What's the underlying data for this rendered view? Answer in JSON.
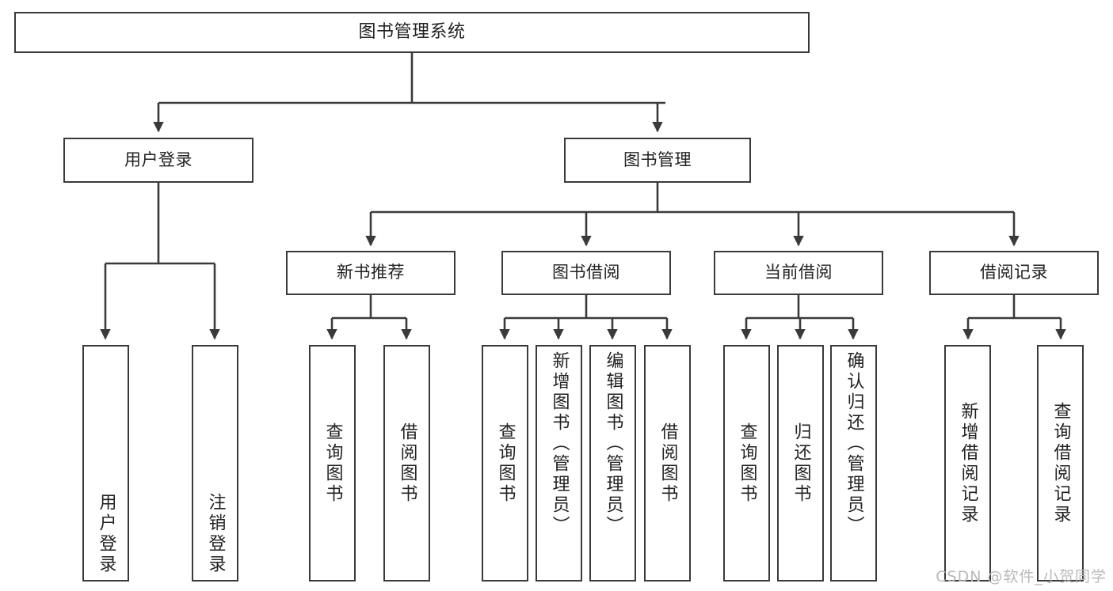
{
  "diagram": {
    "title": "图书管理系统",
    "type": "tree",
    "line_color": "#3a3a3a",
    "box_fill": "#ffffff",
    "text_color": "#222222",
    "levels": {
      "root": [
        "图书管理系统"
      ],
      "level1": [
        "用户登录",
        "图书管理"
      ],
      "level2": [
        "新书推荐",
        "图书借阅",
        "当前借阅",
        "借阅记录"
      ],
      "level3": [
        "用户登录",
        "注销登录",
        "查询图书",
        "借阅图书",
        "查询图书",
        "新增图书（管理员）",
        "编辑图书（管理员）",
        "借阅图书",
        "查询图书",
        "归还图书",
        "确认归还（管理员）",
        "新增借阅记录",
        "查询借阅记录"
      ]
    },
    "nodes": {
      "root": {
        "label": "图书管理系统"
      },
      "user_login": {
        "label": "用户登录"
      },
      "book_manage": {
        "label": "图书管理"
      },
      "new_book_rec": {
        "label": "新书推荐"
      },
      "book_borrow": {
        "label": "图书借阅"
      },
      "current_borrow": {
        "label": "当前借阅"
      },
      "borrow_record": {
        "label": "借阅记录"
      },
      "leaf_user_login": {
        "label": "用户登录"
      },
      "leaf_logout": {
        "label": "注销登录"
      },
      "leaf_query_book_1": {
        "label": "查询图书"
      },
      "leaf_borrow_book_1": {
        "label": "借阅图书"
      },
      "leaf_query_book_2": {
        "label": "查询图书"
      },
      "leaf_add_book": {
        "label": "新增图书（管理员）"
      },
      "leaf_edit_book": {
        "label": "编辑图书（管理员）"
      },
      "leaf_borrow_book_2": {
        "label": "借阅图书"
      },
      "leaf_query_book_3": {
        "label": "查询图书"
      },
      "leaf_return_book": {
        "label": "归还图书"
      },
      "leaf_confirm_return": {
        "label": "确认归还（管理员）"
      },
      "leaf_add_record": {
        "label": "新增借阅记录"
      },
      "leaf_query_record": {
        "label": "查询借阅记录"
      }
    }
  },
  "watermark": {
    "text": "CSDN @软件_小贺同学"
  }
}
